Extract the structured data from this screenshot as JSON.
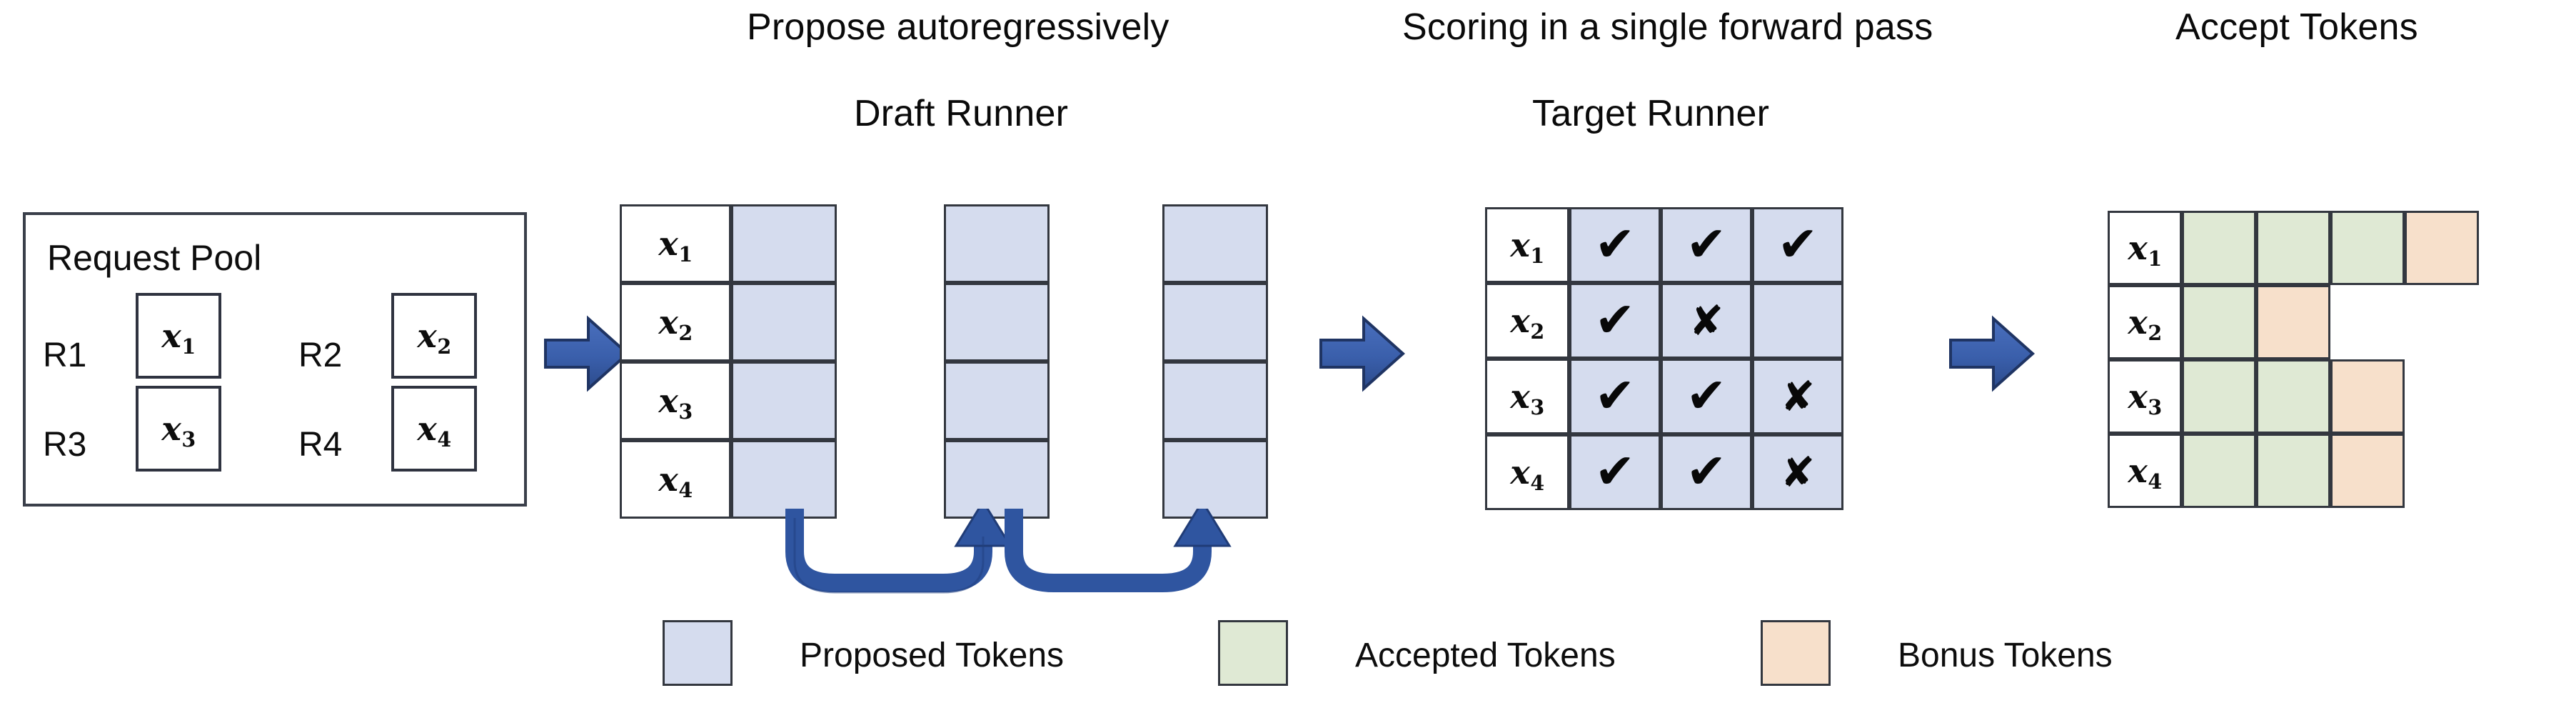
{
  "headings": {
    "propose": "Propose autoregressively",
    "draft_runner": "Draft Runner",
    "scoring": "Scoring in a single forward pass",
    "target_runner": "Target Runner",
    "accept": "Accept Tokens"
  },
  "request_pool": {
    "title": "Request Pool",
    "items": [
      {
        "label": "R1",
        "token": "x",
        "sub": "1"
      },
      {
        "label": "R2",
        "token": "x",
        "sub": "2"
      },
      {
        "label": "R3",
        "token": "x",
        "sub": "3"
      },
      {
        "label": "R4",
        "token": "x",
        "sub": "4"
      }
    ]
  },
  "draft_runner": {
    "row_labels": [
      {
        "token": "x",
        "sub": "1"
      },
      {
        "token": "x",
        "sub": "2"
      },
      {
        "token": "x",
        "sub": "3"
      },
      {
        "token": "x",
        "sub": "4"
      }
    ],
    "step_count": 3,
    "cell_state": "proposed"
  },
  "target_runner": {
    "row_labels": [
      {
        "token": "x",
        "sub": "1"
      },
      {
        "token": "x",
        "sub": "2"
      },
      {
        "token": "x",
        "sub": "3"
      },
      {
        "token": "x",
        "sub": "4"
      }
    ],
    "marks": [
      [
        "check",
        "check",
        "check"
      ],
      [
        "check",
        "cross",
        ""
      ],
      [
        "check",
        "check",
        "cross"
      ],
      [
        "check",
        "check",
        "cross"
      ]
    ],
    "check_glyph": "✔",
    "cross_glyph": "✘"
  },
  "accept_tokens": {
    "row_labels": [
      {
        "token": "x",
        "sub": "1"
      },
      {
        "token": "x",
        "sub": "2"
      },
      {
        "token": "x",
        "sub": "3"
      },
      {
        "token": "x",
        "sub": "4"
      }
    ],
    "rows": [
      [
        "accepted",
        "accepted",
        "accepted",
        "bonus"
      ],
      [
        "accepted",
        "bonus",
        "",
        ""
      ],
      [
        "accepted",
        "accepted",
        "bonus",
        ""
      ],
      [
        "accepted",
        "accepted",
        "bonus",
        ""
      ]
    ]
  },
  "legend": [
    {
      "name": "proposed",
      "label": "Proposed Tokens",
      "color": "#d5dcee"
    },
    {
      "name": "accepted",
      "label": "Accepted Tokens",
      "color": "#dfe9d4"
    },
    {
      "name": "bonus",
      "label": "Bonus Tokens",
      "color": "#f7e0cb"
    }
  ],
  "colors": {
    "proposed": "#d5dcee",
    "accepted": "#dfe9d4",
    "bonus": "#f7e0cb",
    "arrow_blue": "#3a5fab",
    "arrow_blue_dark": "#2e4a86",
    "border": "#33373f",
    "background": "#ffffff"
  },
  "arrows": {
    "flow_count": 3,
    "loop_count": 2,
    "flow_name": "right-block-arrow",
    "loop_name": "u-turn-arrow"
  }
}
